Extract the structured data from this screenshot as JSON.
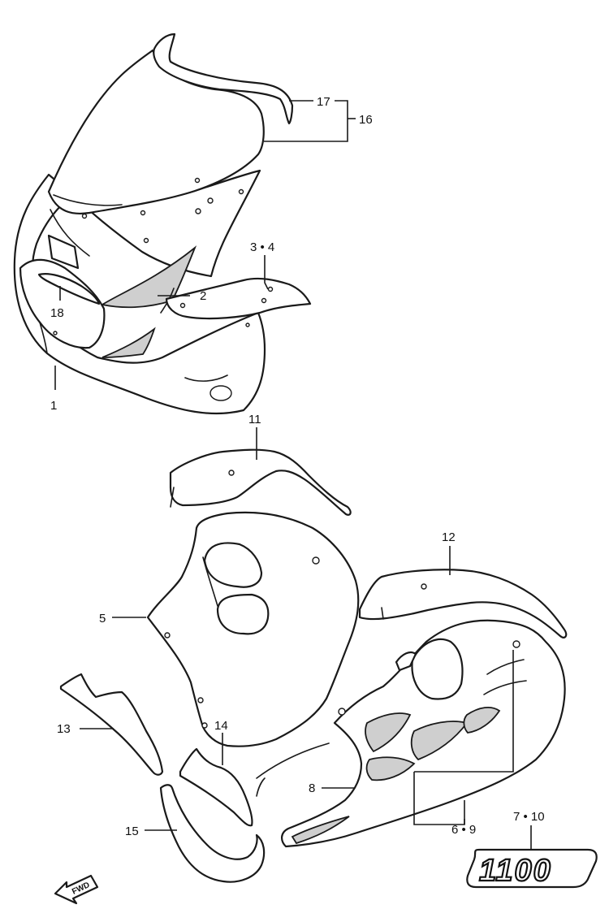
{
  "callouts": {
    "c1": "1",
    "c2": "2",
    "c3_4": "3 • 4",
    "c5": "5",
    "c6_9": "6 • 9",
    "c7_10": "7 • 10",
    "c8": "8",
    "c11": "11",
    "c12": "12",
    "c13": "13",
    "c14": "14",
    "c15": "15",
    "c16": "16",
    "c17": "17",
    "c18": "18"
  },
  "emblem_text": "1100",
  "direction_label": "FWD"
}
